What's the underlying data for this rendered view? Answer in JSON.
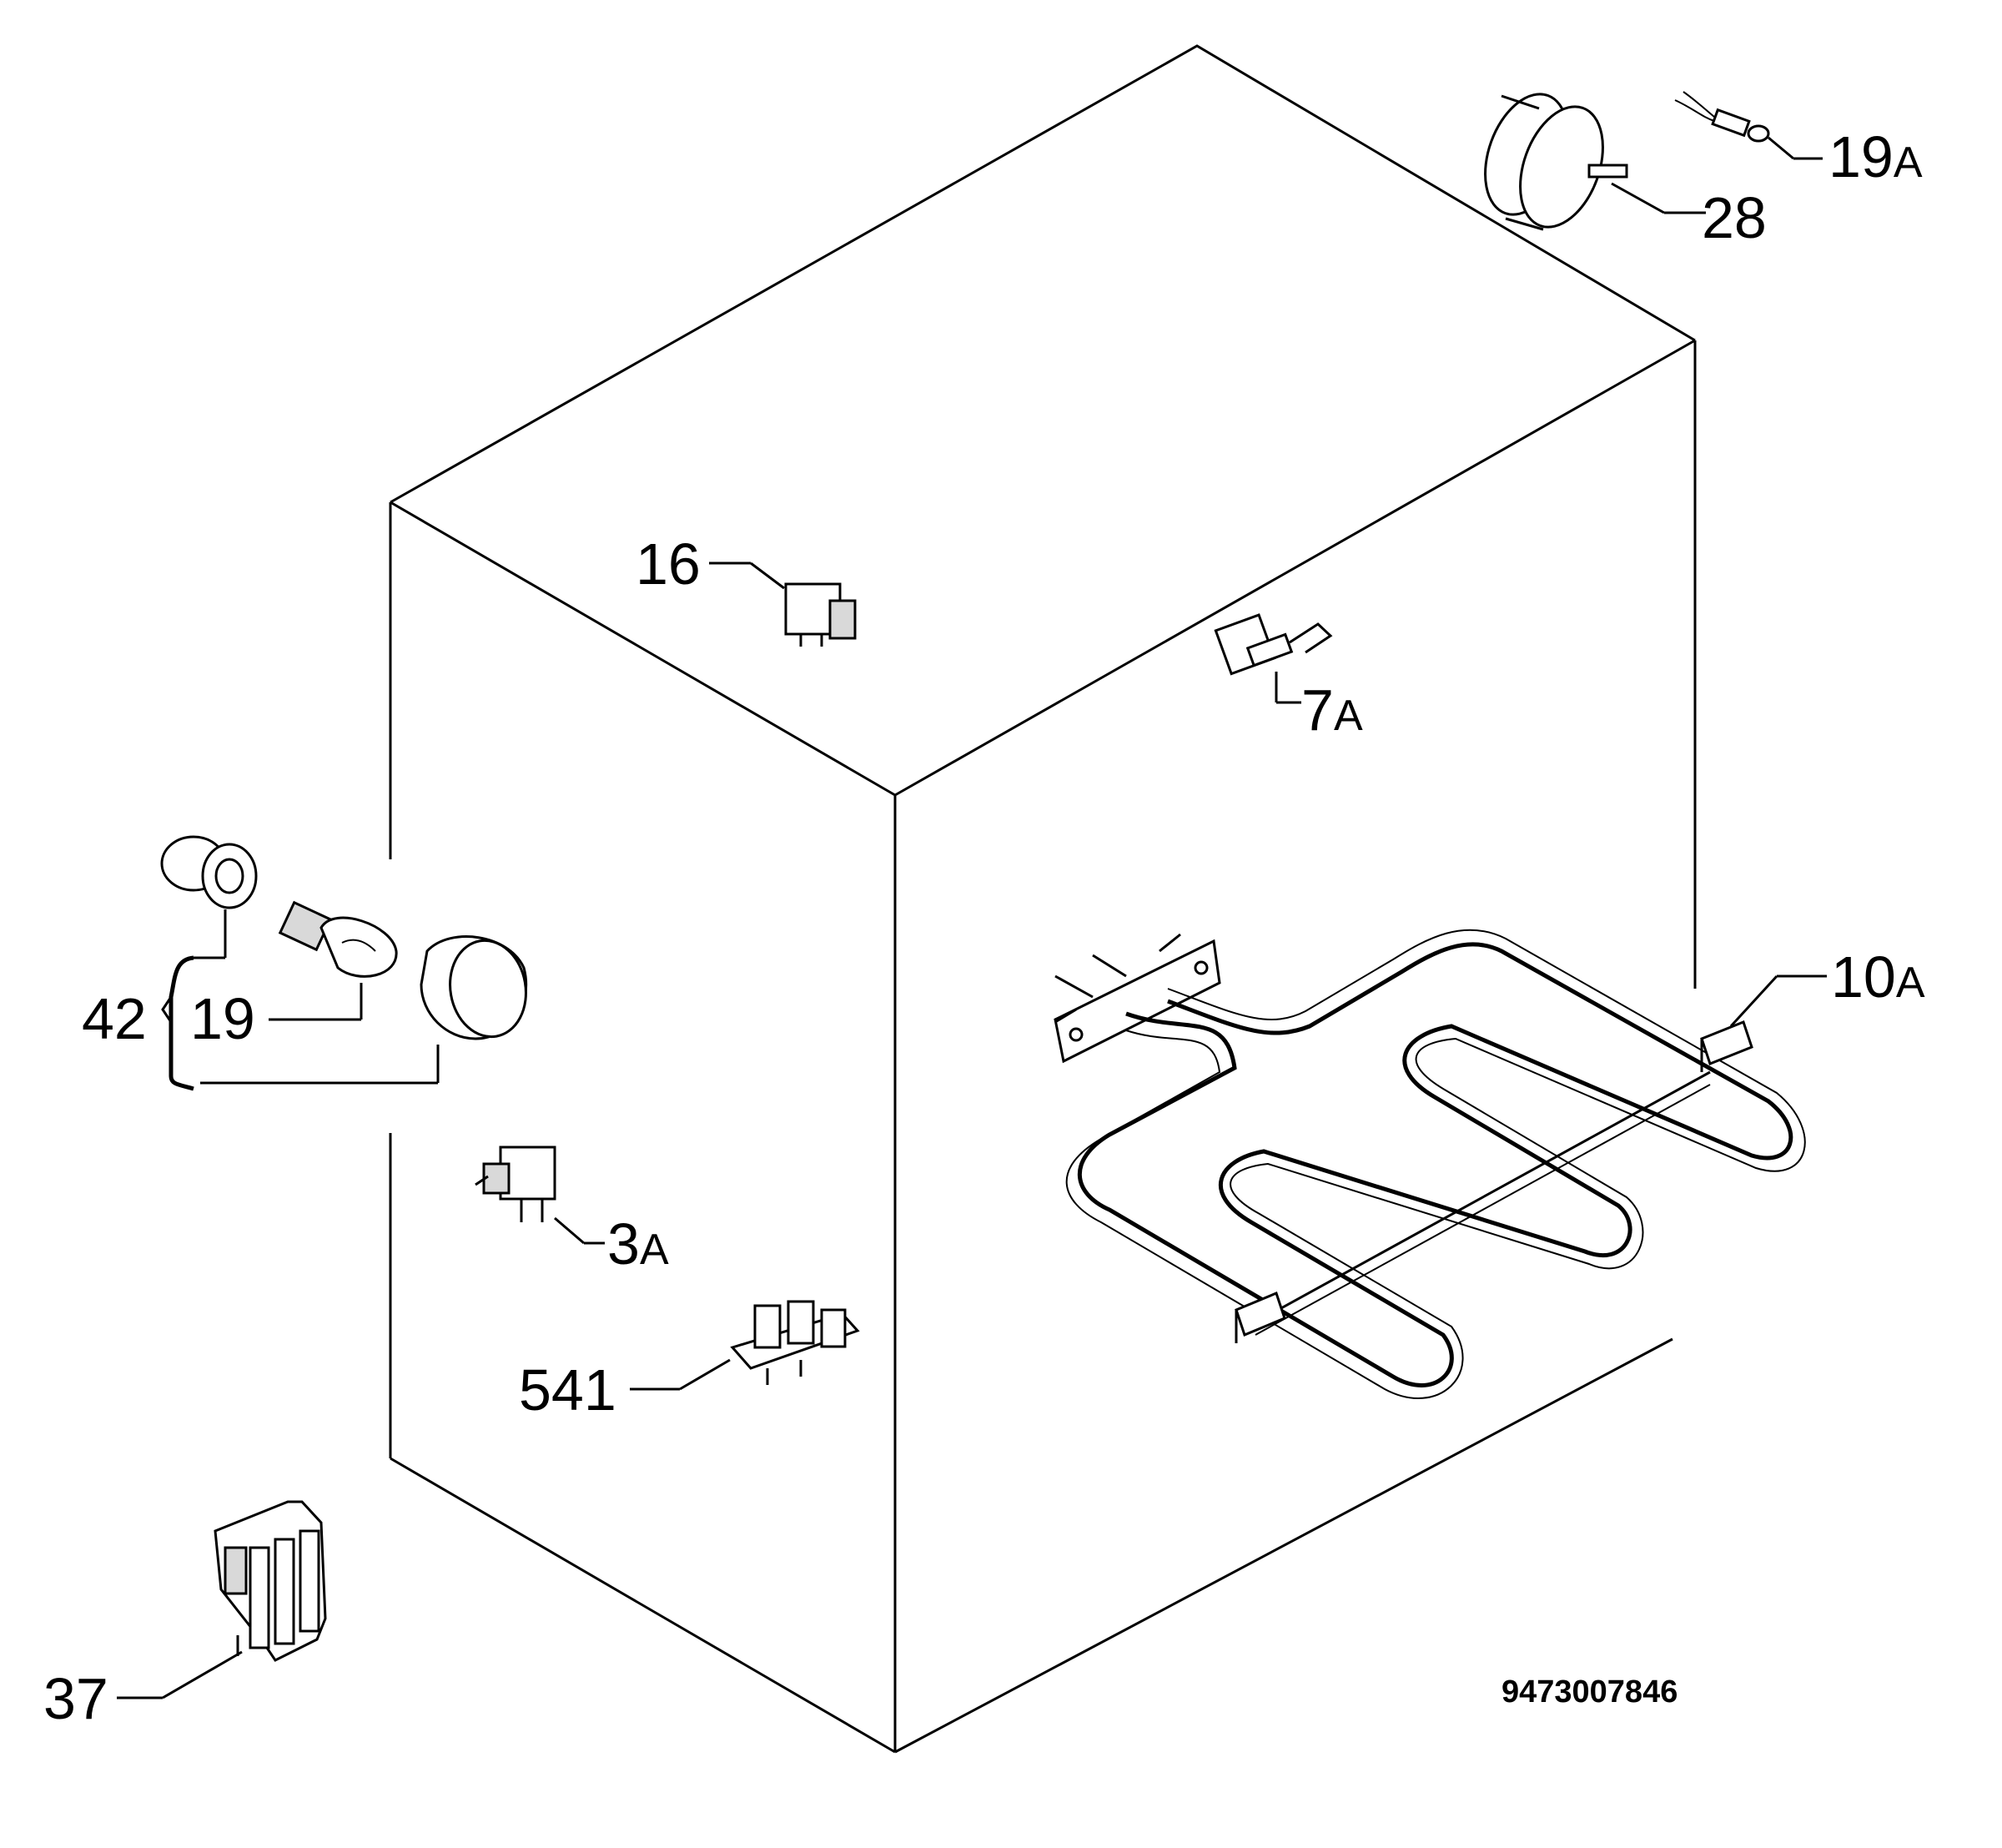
{
  "callouts": {
    "p16": "16",
    "p7a": "7",
    "p7a_suffix": "A",
    "p19a": "19",
    "p19a_suffix": "A",
    "p28": "28",
    "p10a": "10",
    "p10a_suffix": "A",
    "p42": "42",
    "p19": "19",
    "p3a": "3",
    "p3a_suffix": "A",
    "p541": "541",
    "p37": "37"
  },
  "document_number": "9473007846",
  "colors": {
    "line": "#000000",
    "background": "#ffffff"
  }
}
